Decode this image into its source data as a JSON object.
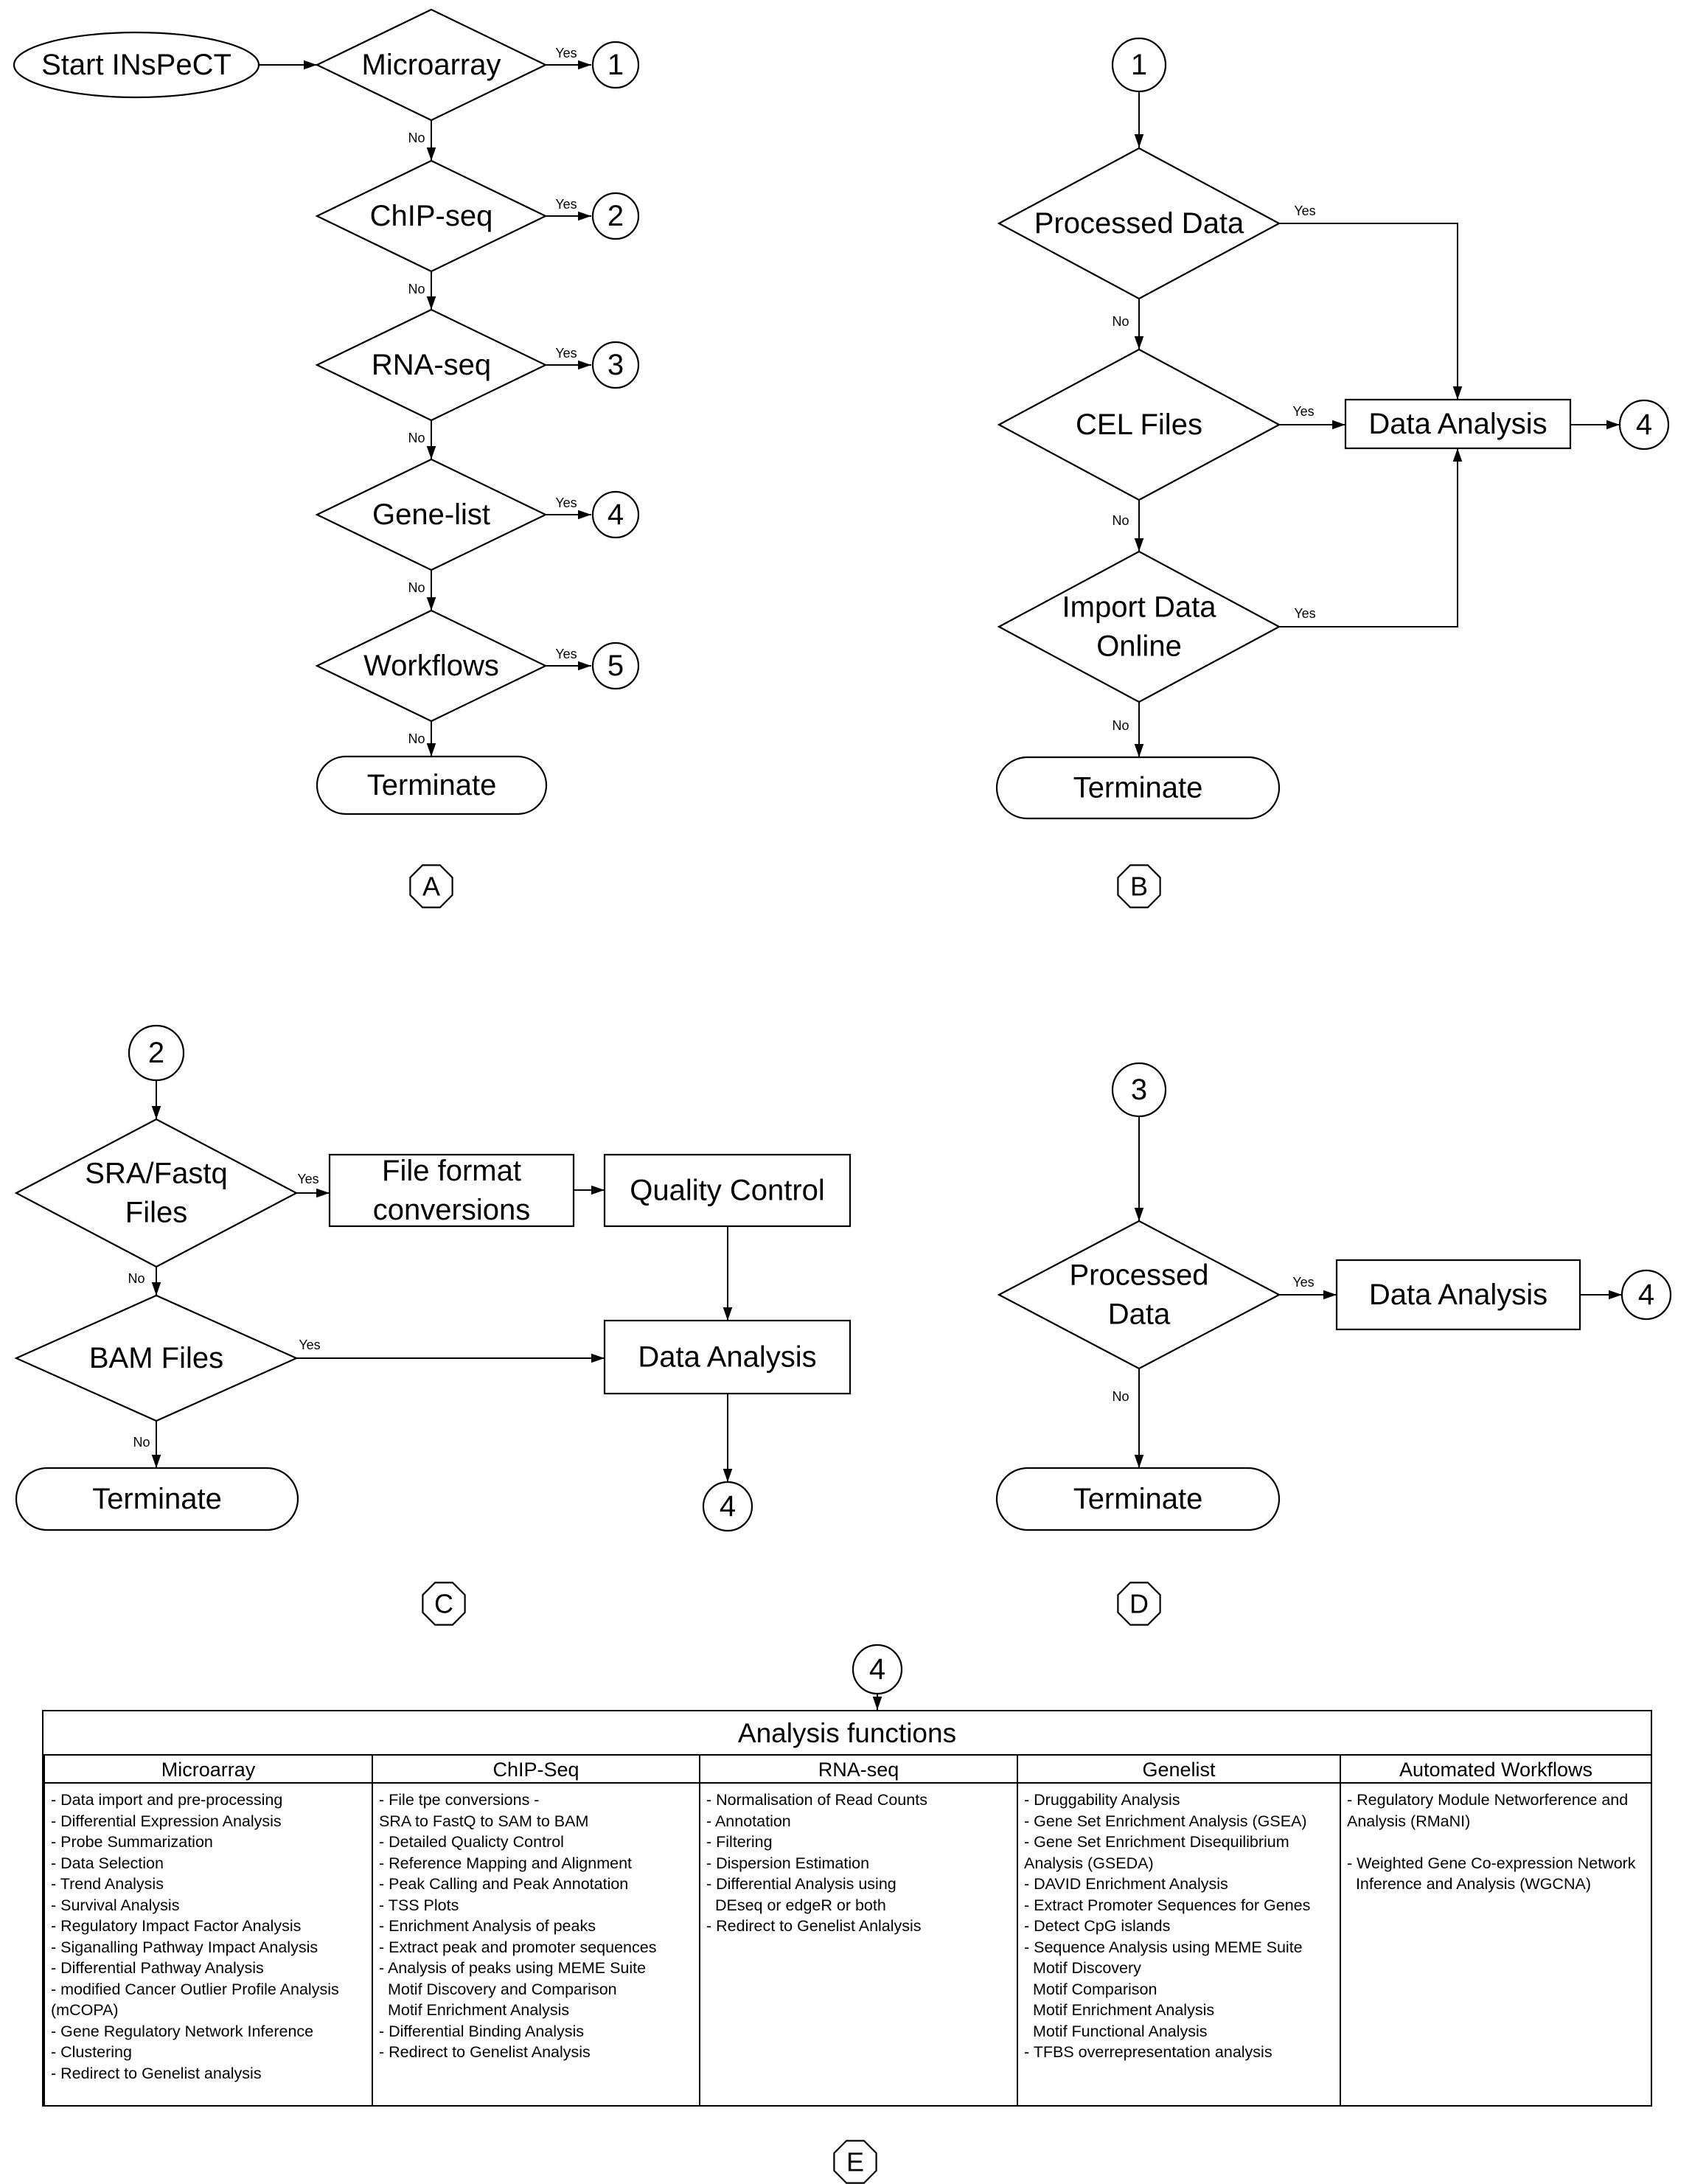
{
  "panel_a": {
    "start": "Start INsPeCT",
    "decisions": [
      "Microarray",
      "ChIP-seq",
      "RNA-seq",
      "Gene-list",
      "Workflows"
    ],
    "targets": [
      "1",
      "2",
      "3",
      "4",
      "5"
    ],
    "terminate": "Terminate",
    "label": "A"
  },
  "panel_b": {
    "entry": "1",
    "decisions": [
      [
        "Processed Data"
      ],
      [
        "CEL Files"
      ],
      [
        "Import Data",
        "Online"
      ]
    ],
    "process": "Data Analysis",
    "exit": "4",
    "terminate": "Terminate",
    "label": "B"
  },
  "panel_c": {
    "entry": "2",
    "decisions": [
      [
        "SRA/Fastq",
        "Files"
      ],
      [
        "BAM Files"
      ]
    ],
    "conversion": [
      "File format",
      "conversions"
    ],
    "quality": "Quality Control",
    "process": "Data Analysis",
    "exit": "4",
    "terminate": "Terminate",
    "label": "C"
  },
  "panel_d": {
    "entry": "3",
    "decision": [
      "Processed",
      "Data"
    ],
    "process": "Data Analysis",
    "exit": "4",
    "terminate": "Terminate",
    "label": "D"
  },
  "edge_labels": {
    "yes": "Yes",
    "no": "No"
  },
  "panel_e": {
    "connector": "4",
    "title": "Analysis functions",
    "label": "E",
    "columns": [
      {
        "header": "Microarray",
        "items": [
          "- Data import and pre-processing",
          "- Differential Expression Analysis",
          "- Probe Summarization",
          "- Data Selection",
          "- Trend Analysis",
          "- Survival Analysis",
          "- Regulatory Impact Factor Analysis",
          "- Siganalling Pathway Impact Analysis",
          "- Differential Pathway Analysis",
          "- modified Cancer Outlier Profile Analysis",
          "(mCOPA)",
          "- Gene Regulatory Network Inference",
          "- Clustering",
          "- Redirect to Genelist analysis"
        ]
      },
      {
        "header": "ChIP-Seq",
        "items": [
          "- File tpe conversions -",
          "SRA to FastQ to SAM to BAM",
          "- Detailed Qualicty Control",
          "- Reference Mapping and Alignment",
          "- Peak Calling and Peak Annotation",
          "- TSS Plots",
          "- Enrichment Analysis of peaks",
          "- Extract peak and promoter sequences",
          "- Analysis of peaks using MEME Suite",
          "  Motif Discovery and Comparison",
          "  Motif Enrichment Analysis",
          "- Differential Binding Analysis",
          "- Redirect to Genelist Analysis"
        ]
      },
      {
        "header": "RNA-seq",
        "items": [
          "- Normalisation of Read Counts",
          "- Annotation",
          "- Filtering",
          "- Dispersion Estimation",
          "- Differential Analysis using",
          "  DEseq or edgeR or both",
          "- Redirect to Genelist Anlalysis"
        ]
      },
      {
        "header": "Genelist",
        "items": [
          "- Druggability Analysis",
          "- Gene Set Enrichment Analysis (GSEA)",
          "- Gene Set Enrichment Disequilibrium",
          "Analysis (GSEDA)",
          "- DAVID Enrichment Analysis",
          "- Extract Promoter Sequences for Genes",
          "- Detect CpG islands",
          "- Sequence Analysis using MEME Suite",
          "  Motif Discovery",
          "  Motif Comparison",
          "  Motif Enrichment Analysis",
          "  Motif Functional Analysis",
          "- TFBS overrepresentation analysis"
        ]
      },
      {
        "header": "Automated Workflows",
        "items": [
          "- Regulatory Module Networference and",
          "Analysis (RMaNI)",
          "",
          "- Weighted Gene Co-expression Network",
          "  Inference and Analysis (WGCNA)"
        ]
      }
    ]
  }
}
